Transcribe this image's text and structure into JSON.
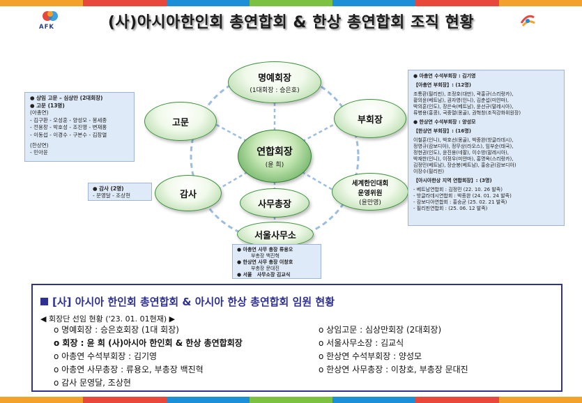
{
  "title": "(사)아시아한인회 총연합회 & 한상 총연합회 조직 현황",
  "logo_left_text": "AFK",
  "colors": {
    "node_green": "#5aa954",
    "panel_border": "#2e3192",
    "box_bg": "#dfeaf8",
    "bar": [
      "#f2a12a",
      "#e8473b",
      "#1c8fd6",
      "#7cc142",
      "#1c8fd6",
      "#e8473b",
      "#f2a12a"
    ]
  },
  "nodes": {
    "honorary": {
      "name": "명예회장",
      "sub": "(1대회장 : 승은호)"
    },
    "advisor": {
      "name": "고문"
    },
    "vice": {
      "name": "부회장"
    },
    "center": {
      "name": "연합회장",
      "sub": "(윤 희)"
    },
    "audit": {
      "name": "감사"
    },
    "secgen": {
      "name": "사무총장"
    },
    "committee": {
      "name": "세계한인대회",
      "line2": "운영위원",
      "sub": "(윤만영)"
    },
    "seoul": {
      "name": "서울사무소"
    }
  },
  "advisor_box": {
    "lines": [
      "● 상임 고문 – 심상만 (2대회장)",
      "● 고문 (13명)",
      "(아총연)",
      "- 김구환 - 오성훈 - 양성모 - 봉세종",
      "- 전용창 - 박호성 - 조진영 - 변재홍",
      "- 이동섭 - 이경수 - 구본수 - 김장열",
      "",
      "(한상연)",
      "- 민아윤"
    ]
  },
  "audit_box": {
    "lines": [
      "● 감사 (2명)",
      "- 문영달 - 조상현"
    ]
  },
  "right_box": {
    "lines": [
      "● 아총연 수석부회장 : 김기영",
      "",
      "【아총연 부회장】: (12명)",
      "",
      "조통환(필리핀), 조정호(대만), 곽홍규(스리랑카),",
      "황의윤(베트남), 권자영(인니), 김춘섭(미얀마),",
      "박의훈(인도), 장은숙(베트남), 윤선규(말레시아),",
      "류병용(홍콩), 국중렬(몽골), 권혁창(조직강화위원장)",
      "",
      "● 한상연 수석부회장 : 양성모",
      "",
      "【한상연 부회장】: (16명)",
      "",
      "이철훈(인니), 박호선(몽골), 박종완(방글라데시),",
      "정영규(캄보디아), 정무상(라오스), 임부순(태국),",
      "정현권(인도), 윤진용(네팔), 이수방(말레시아),",
      "박재한(인니), 이정우(미얀마), 홍명옥(스리랑카),",
      "김정민(베트남), 장순봉(베트남), 홍승균(캄보디아)",
      "이장수(필리핀)",
      "",
      "【아시아한상 지역 연합회장】: (3명)",
      "",
      "- 베트남연합회 : 김정민 (22. 10. 26 발족)",
      "- 방글라데시연합회 : 박종완 (24. 01. 24 발족)",
      "- 캄보디아연합회 : 홍승균 (25. 02. 21 발족)",
      "- 필리핀연합회 : (25. 06. 12 발족)"
    ]
  },
  "office_box": {
    "lines": [
      "● 아총연 사무 총장 류용오",
      "         부총장 백진혁",
      "● 한상연 사무 총장 이창호",
      "         부총장 문대진",
      "● 서울   사무소장 김교식"
    ]
  },
  "panel": {
    "heading": "[사] 아시아 한인회 총연합회 & 아시아 한상 총연합회 임원 현황",
    "subtitle": "◀ 회장단 선임 현황 ('23. 01. 01현재) ▶",
    "left": [
      "o 명예회장 : 승은호회장 (1대 회장)",
      "o 회장 : 윤 희 (사)아시아 한인회 & 한상 총연합회장",
      "o 아총연 수석부회장 : 김기영",
      "o  아총연  사무총장  :  류용오,  부총장  백진혁",
      "o 감사 문영달, 조상현"
    ],
    "right": [
      "o 상임고문 : 심상만회장 (2대회장)",
      "o 서울사무소장 : 김교식",
      "o 한상연 수석부회장 : 양성모",
      "o  한상연  사무총장  :  이창호,  부총장  문대진"
    ]
  }
}
